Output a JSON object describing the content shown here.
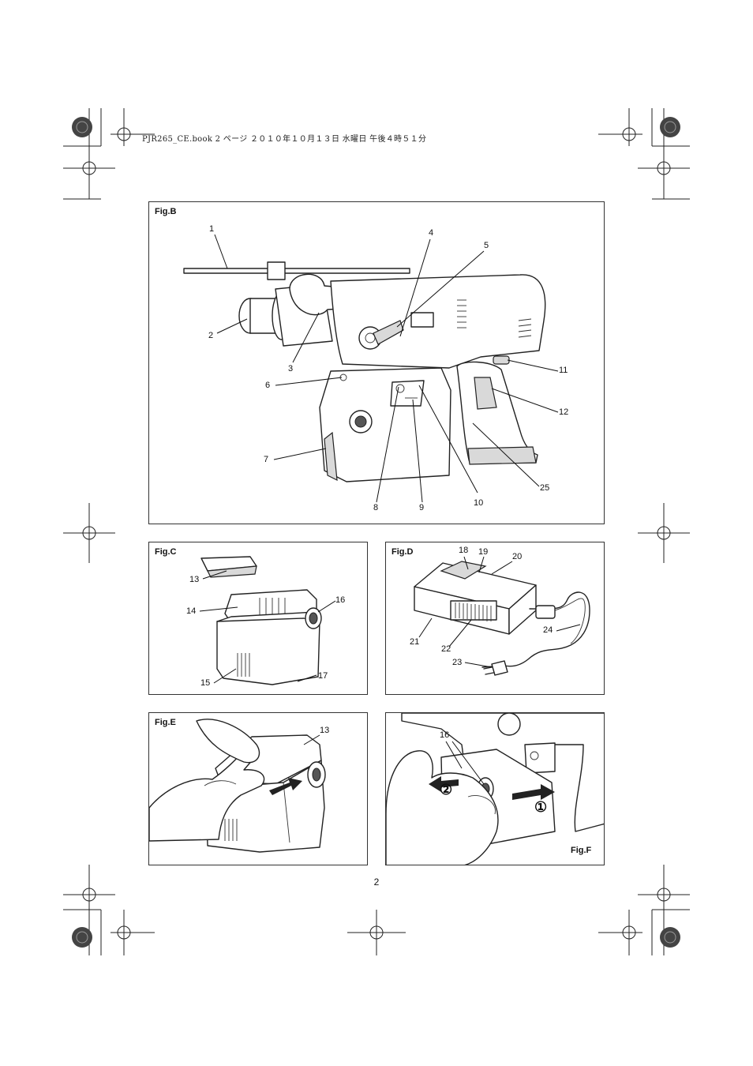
{
  "header": {
    "text": "PJR265_CE.book  2 ページ  ２０１０年１０月１３日  水曜日  午後４時５１分"
  },
  "figures": {
    "fig_b": {
      "label": "Fig.B",
      "callouts": [
        "1",
        "2",
        "3",
        "4",
        "5",
        "6",
        "7",
        "8",
        "9",
        "10",
        "11",
        "12",
        "25"
      ]
    },
    "fig_c": {
      "label": "Fig.C",
      "callouts": [
        "13",
        "14",
        "15",
        "16",
        "17"
      ]
    },
    "fig_d": {
      "label": "Fig.D",
      "callouts": [
        "18",
        "19",
        "20",
        "21",
        "22",
        "23",
        "24"
      ]
    },
    "fig_e": {
      "label": "Fig.E",
      "callouts": [
        "13"
      ]
    },
    "fig_f": {
      "label": "Fig.F",
      "callouts": [
        "16"
      ],
      "step_markers": [
        "②",
        "①"
      ]
    }
  },
  "page_number": "2"
}
